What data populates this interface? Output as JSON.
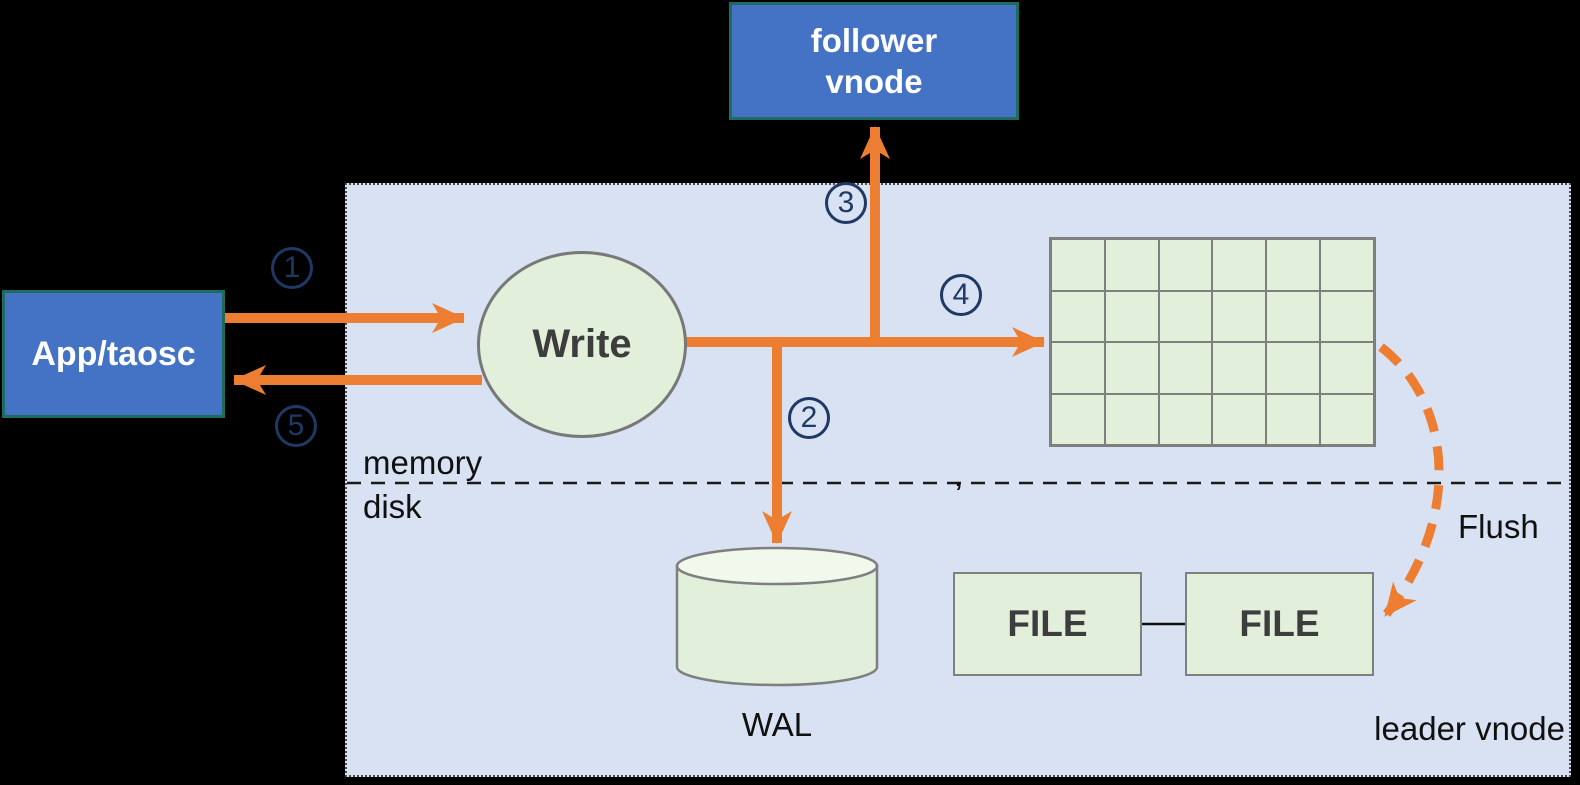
{
  "nodes": {
    "follower_vnode": {
      "label": "follower\nvnode"
    },
    "app": {
      "label": "App/taosc"
    },
    "write": {
      "label": "Write"
    },
    "memtable": {
      "rows": 4,
      "cols": 6
    },
    "wal": {
      "label": "WAL"
    },
    "files": [
      {
        "label": "FILE"
      },
      {
        "label": "FILE"
      }
    ]
  },
  "labels": {
    "memory": "memory",
    "disk": "disk",
    "flush": "Flush",
    "leader_vnode": "leader vnode",
    "divider_mark": ","
  },
  "steps": [
    "1",
    "2",
    "3",
    "4",
    "5"
  ],
  "colors": {
    "arrow_orange": "#ED7D31",
    "node_fill_green": "#E2EFDA",
    "node_border_gray": "#7F7F7F",
    "box_fill_blue": "#4472C4",
    "box_border_teal": "#1E6B60",
    "region_fill_lavender": "#D9E2F3",
    "step_circle_navy": "#1F3864",
    "background": "#000000"
  }
}
